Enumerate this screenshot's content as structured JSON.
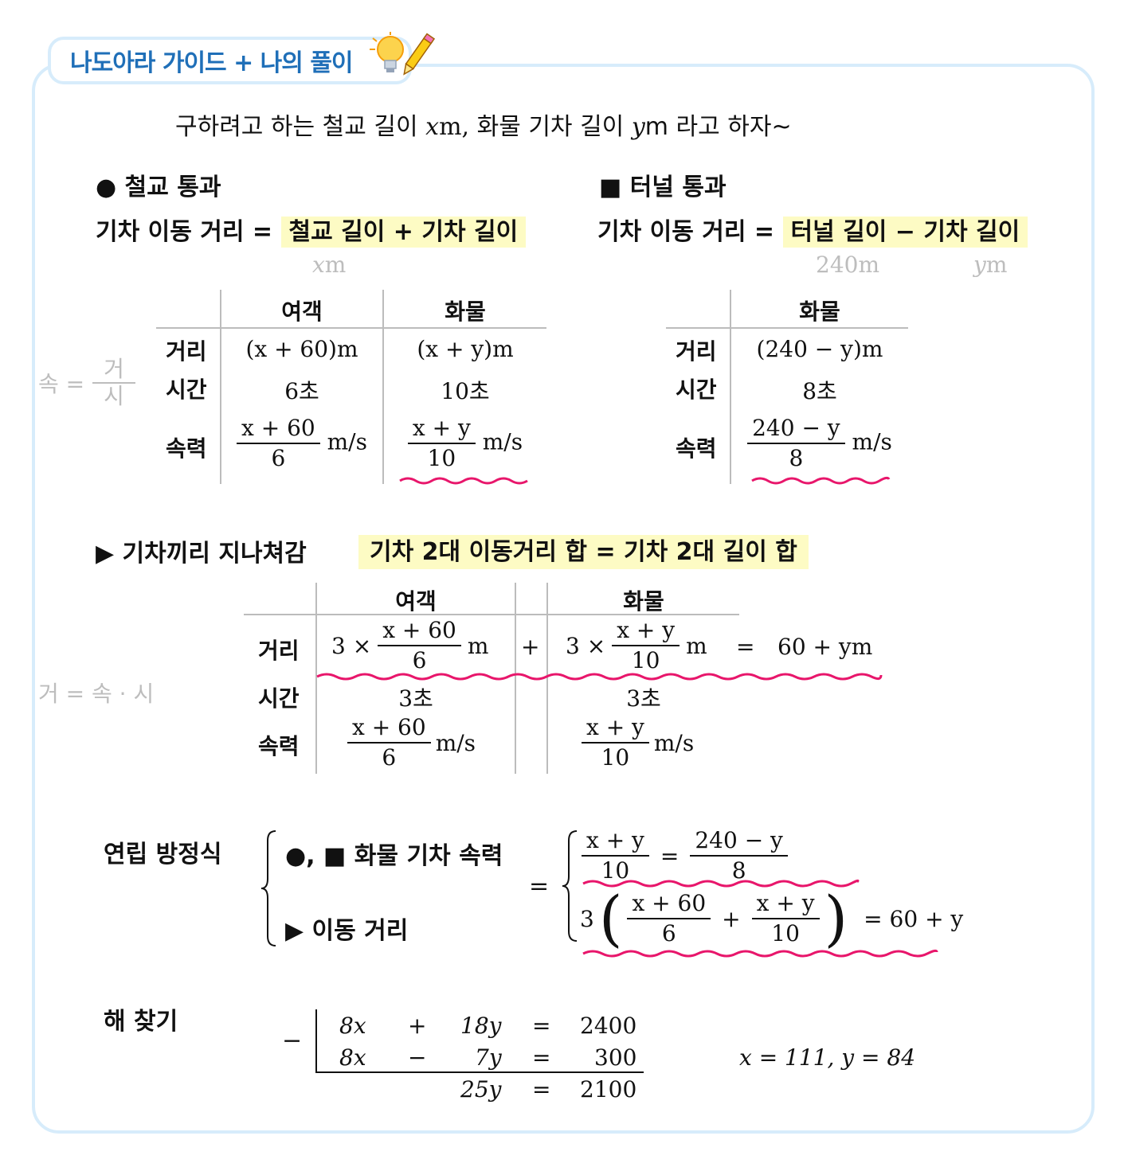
{
  "header": {
    "title": "나도아라 가이드 + 나의 풀이"
  },
  "intro": {
    "p1": "구하려고 하는 철교 길이 ",
    "v1": "x",
    "u1": "m, 화물 기차 길이 ",
    "v2": "y",
    "u2": "m 라고 하자~"
  },
  "bridge": {
    "heading": "● 철교 통과",
    "formula_left": "기차 이동 거리 = ",
    "formula_hl": "철교 길이 + 기차 길이",
    "hint": "m",
    "hint_var": "x",
    "table": {
      "col1": "여객",
      "col2": "화물",
      "row_distance": "거리",
      "row_time": "시간",
      "row_speed": "속력",
      "d1": "(x + 60)m",
      "d2": "(x + y)m",
      "t1": "6초",
      "t2": "10초",
      "s1_num": "x + 60",
      "s1_den": "6",
      "s2_num": "x + y",
      "s2_den": "10",
      "unit": "m/s"
    }
  },
  "tunnel": {
    "heading": "■ 터널 통과",
    "formula_left": "기차 이동 거리 = ",
    "formula_hl": "터널 길이 − 기차 길이",
    "hint1": "240m",
    "hint2": "m",
    "hint2_var": "y",
    "table": {
      "col1": "화물",
      "row_distance": "거리",
      "row_time": "시간",
      "row_speed": "속력",
      "d1": "(240 − y)m",
      "t1": "8초",
      "s1_num": "240 − y",
      "s1_den": "8",
      "unit": "m/s"
    }
  },
  "speed_formula": {
    "left": "속 =",
    "num": "거",
    "den": "시"
  },
  "passing": {
    "heading": "▶ 기차끼리 지나쳐감",
    "formula_hl": "기차 2대 이동거리 합 = 기차 2대 길이 합",
    "side_formula": "거 = 속 · 시",
    "table": {
      "col1": "여객",
      "col2": "화물",
      "row_distance": "거리",
      "row_time": "시간",
      "row_speed": "속력",
      "d_prefix": "3 ×",
      "d1_num": "x + 60",
      "d1_den": "6",
      "d2_num": "x + y",
      "d2_den": "10",
      "d_unit": "m",
      "plus": "+",
      "eq": "=",
      "rhs": "60 + ym",
      "t1": "3초",
      "t2": "3초",
      "s1_num": "x + 60",
      "s1_den": "6",
      "s2_num": "x + y",
      "s2_den": "10",
      "unit": "m/s"
    }
  },
  "system": {
    "label": "연립 방정식",
    "item1": "●, ■ 화물 기차 속력",
    "item2": "▶ 이동 거리",
    "eq_sign": "=",
    "e1_lnum": "x + y",
    "e1_lden": "10",
    "e1_eq": "=",
    "e1_rnum": "240 − y",
    "e1_rden": "8",
    "e2_coef": "3",
    "e2_a_num": "x + 60",
    "e2_a_den": "6",
    "e2_plus": "+",
    "e2_b_num": "x + y",
    "e2_b_den": "10",
    "e2_rhs": "= 60 + y"
  },
  "solve": {
    "label": "해 찾기",
    "minus": "−",
    "r1": [
      "8x",
      "+",
      "18y",
      "=",
      "2400"
    ],
    "r2": [
      "8x",
      "−",
      "7y",
      "=",
      "300"
    ],
    "r3": [
      "",
      "",
      "25y",
      "=",
      "2100"
    ],
    "answer": "x = 111,  y = 84"
  },
  "colors": {
    "frame": "#d7ecfb",
    "title": "#1f6fb8",
    "highlight": "#fdfbc4",
    "wave": "#e8166b",
    "hint": "#bdbdbd"
  }
}
